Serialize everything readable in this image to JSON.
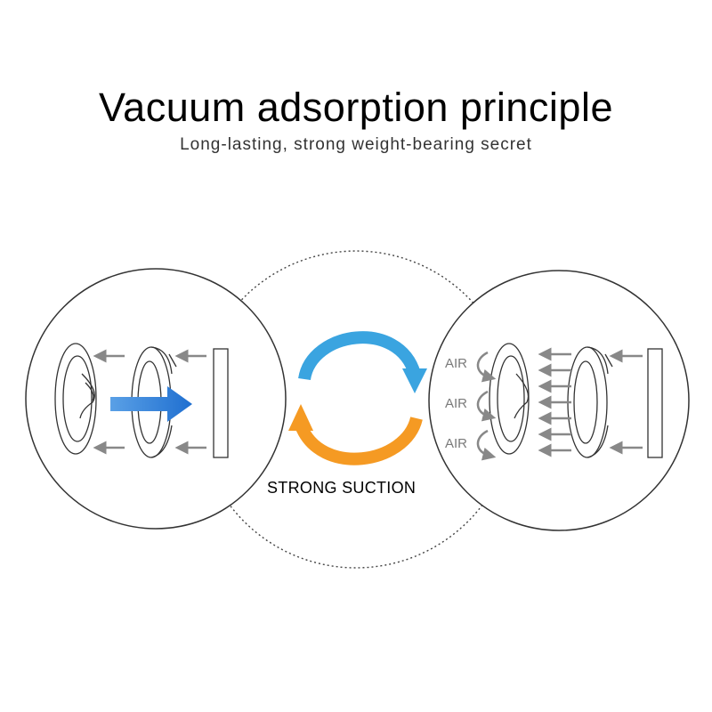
{
  "header": {
    "title": "Vacuum adsorption principle",
    "subtitle": "Long-lasting, strong weight-bearing secret"
  },
  "diagram": {
    "air_labels": [
      "AIR",
      "AIR",
      "AIR"
    ],
    "center_label": "STRONG SUCTION"
  },
  "colors": {
    "blue_arrow": "#2f7fd6",
    "cycle_blue": "#3aa4e0",
    "cycle_orange": "#f59a23",
    "small_arrow": "#888888",
    "outline": "#333333"
  }
}
